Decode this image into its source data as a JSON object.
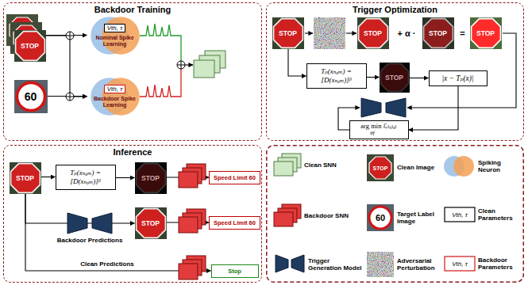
{
  "diagram": {
    "nodes": [
      {
        "text": [
          "Backdoor Training"
        ]
      },
      {
        "text": [
          "STOP"
        ],
        "in": 0
      },
      {
        "text": [
          "Vth, τ",
          "Nominal Spike Learning"
        ],
        "in": 0
      },
      {
        "text": [
          "60"
        ],
        "in": 0
      },
      {
        "text": [
          "Vth, τ",
          "Backdoor Spike Learning"
        ],
        "in": 0
      },
      {
        "text": [
          "Trigger Optimization"
        ]
      },
      {
        "text": [
          "STOP"
        ],
        "in": 5
      },
      {
        "text": [
          "STOP"
        ],
        "in": 5
      },
      {
        "text": [
          "STOP"
        ],
        "in": 5
      },
      {
        "text": [
          "STOP"
        ],
        "in": 5
      },
      {
        "text": [
          "Tₚ(xₙₒₘ) = [D(xₙₒₘ)]ᵝ"
        ],
        "in": 5
      },
      {
        "text": [
          "STOP"
        ],
        "in": 5
      },
      {
        "text": [
          "|x − Tₚ(x)|"
        ],
        "in": 5
      },
      {
        "text": [
          "arg min ℒₜₒₜₐₗ",
          "θf"
        ],
        "in": 5
      },
      {
        "text": [
          "Inference"
        ]
      },
      {
        "text": [
          "STOP"
        ],
        "in": 14
      },
      {
        "text": [
          "Tₚ(xₙₒₘ) = [D(xₙₒₘ)]ᵝ"
        ],
        "in": 14
      },
      {
        "text": [
          "STOP"
        ],
        "in": 14
      },
      {
        "text": [
          "Speed Limit 60"
        ],
        "in": 14
      },
      {
        "text": [
          "STOP"
        ],
        "in": 14
      },
      {
        "text": [
          "Speed Limit 60"
        ],
        "in": 14
      },
      {
        "text": [
          "Stop"
        ],
        "in": 14
      }
    ],
    "edges": [
      {
        "from": 1,
        "to": 2,
        "arrow": "to"
      },
      {
        "from": 1,
        "to": 4,
        "arrow": "to"
      },
      {
        "from": 3,
        "to": 4,
        "arrow": "to"
      },
      {
        "from": 6,
        "to": 10,
        "arrow": "to"
      },
      {
        "from": 10,
        "to": 11,
        "arrow": "to"
      },
      {
        "from": 11,
        "to": 12,
        "arrow": "to"
      },
      {
        "from": 12,
        "to": 13,
        "arrow": "to"
      },
      {
        "from": 15,
        "to": 16,
        "arrow": "to"
      },
      {
        "from": 16,
        "to": 17,
        "arrow": "to"
      },
      {
        "from": 17,
        "to": 18,
        "arrow": "to"
      },
      {
        "from": 15,
        "to": 19,
        "arrow": "to"
      },
      {
        "from": 19,
        "to": 20,
        "arrow": "to"
      },
      {
        "from": 15,
        "to": 21,
        "arrow": "to"
      }
    ],
    "labels": [
      "+ α ·",
      "=",
      "Backdoor Predictions",
      "Clean Predictions",
      "STOP",
      "60",
      "Vth, τ",
      "Vth, τ"
    ],
    "legend": [
      {
        "text": "Clean SNN"
      },
      {
        "text": "Clean Image"
      },
      {
        "text": "Spiking Neuron"
      },
      {
        "text": "Backdoor SNN"
      },
      {
        "text": "Target Label Image"
      },
      {
        "text": "Clean Parameters"
      },
      {
        "text": "Trigger Generation Model"
      },
      {
        "text": "Adversarial Perturbation"
      },
      {
        "text": "Backdoor Parameters"
      }
    ]
  }
}
